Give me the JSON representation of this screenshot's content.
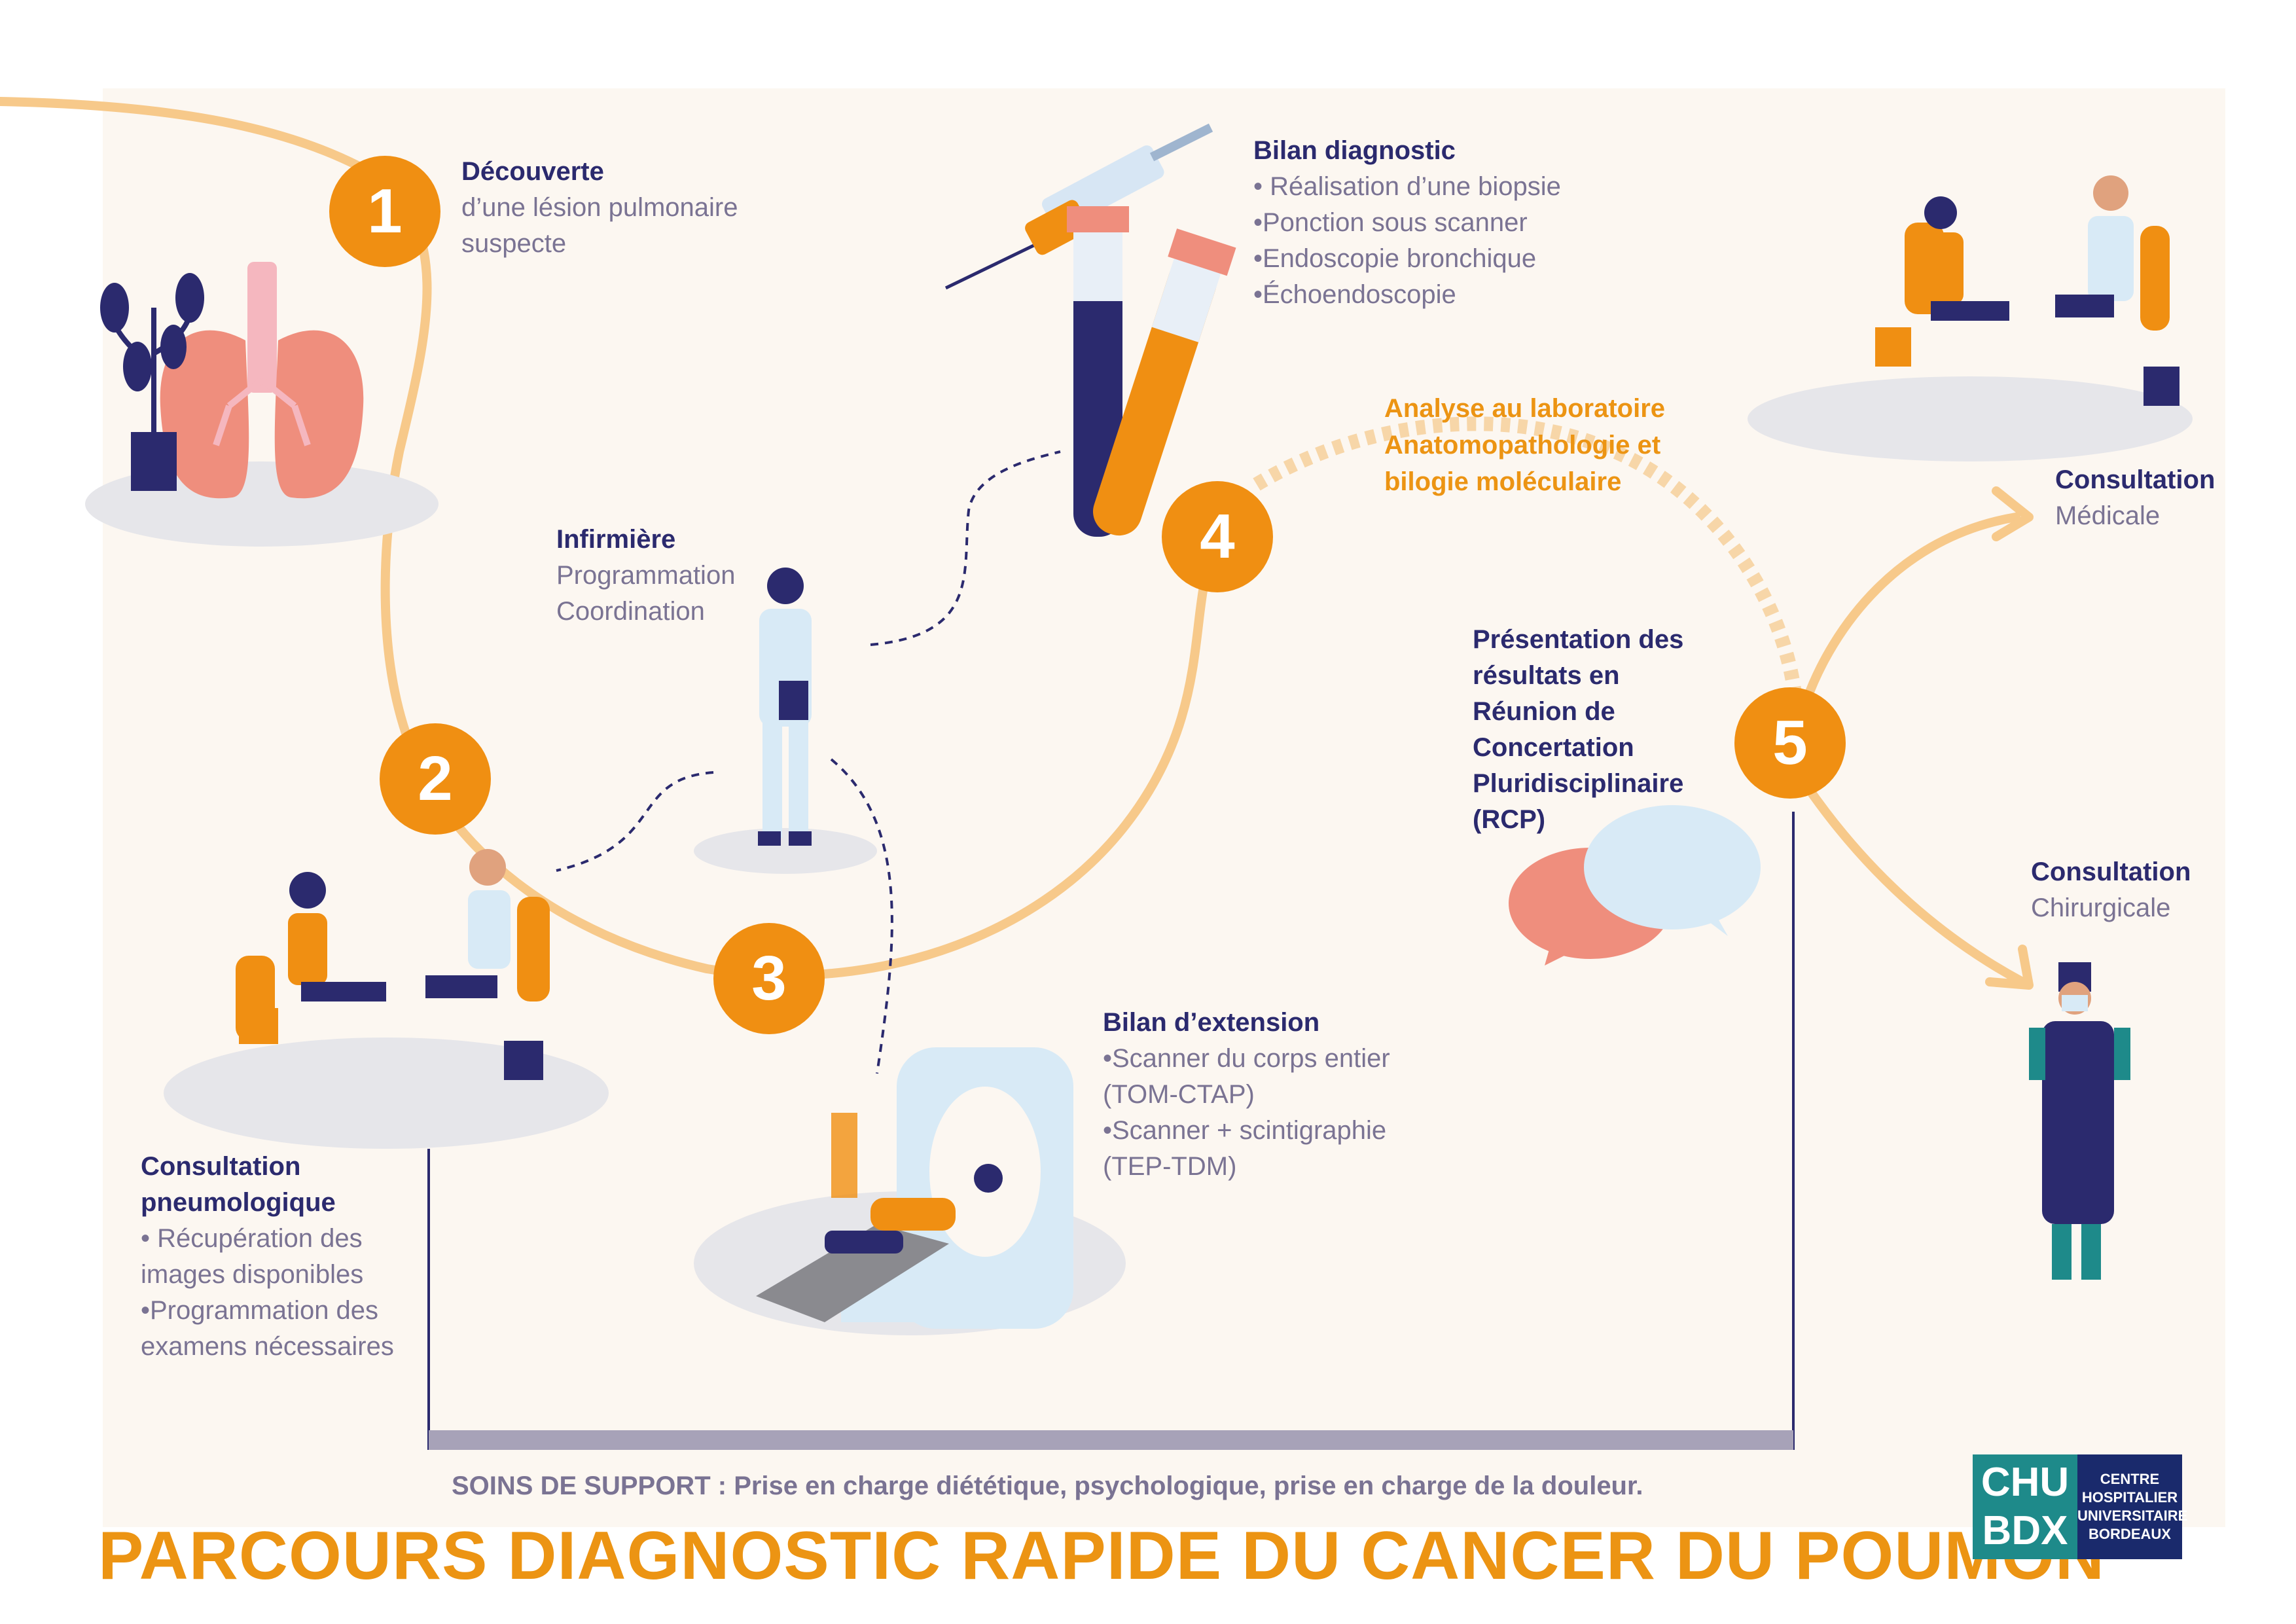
{
  "title": "PARCOURS DIAGNOSTIC RAPIDE DU CANCER DU POUMON",
  "colors": {
    "accent": "#f08f12",
    "navy": "#2b2a6e",
    "text": "#7a7393",
    "path": "#f7c98a",
    "background": "#fcf7f1",
    "lung": "#ef8e7d"
  },
  "steps": [
    {
      "number": "1",
      "heading": "Découverte",
      "lines": [
        "d’une lésion pulmonaire",
        "suspecte"
      ]
    },
    {
      "number": "2"
    },
    {
      "number": "3"
    },
    {
      "number": "4"
    },
    {
      "number": "5"
    }
  ],
  "nurse": {
    "heading": "Infirmière",
    "lines": [
      "Programmation",
      "Coordination"
    ]
  },
  "consultation_pneumo": {
    "heading_1": "Consultation",
    "heading_2": "pneumologique",
    "lines": [
      "• Récupération des",
      "images disponibles",
      "•Programmation des",
      "examens nécessaires"
    ]
  },
  "bilan_diagnostic": {
    "heading": "Bilan diagnostic",
    "lines": [
      "• Réalisation d’une biopsie",
      "•Ponction sous scanner",
      "•Endoscopie bronchique",
      "•Échoendoscopie"
    ]
  },
  "lab_analysis": {
    "lines": [
      "Analyse au laboratoire",
      "Anatomopathologie et",
      "bilogie moléculaire"
    ]
  },
  "bilan_extension": {
    "heading": "Bilan d’extension",
    "lines": [
      "•Scanner du corps entier",
      "(TOM-CTAP)",
      "•Scanner + scintigraphie",
      "(TEP-TDM)"
    ]
  },
  "rcp": {
    "lines": [
      "Présentation des",
      "résultats en",
      "Réunion de",
      "Concertation",
      "Pluridisciplinaire",
      "(RCP)"
    ]
  },
  "consultation_medicale": {
    "heading": "Consultation",
    "sub": "Médicale"
  },
  "consultation_chirurgicale": {
    "heading": "Consultation",
    "sub": "Chirurgicale"
  },
  "support": {
    "label": "SOINS DE SUPPORT :",
    "text": "Prise  en charge diététique, psychologique, prise en charge de la douleur."
  },
  "logo": {
    "line_1": "CHU",
    "line_2": "BDX",
    "right_lines": [
      "CENTRE",
      "HOSPITALIER",
      "UNIVERSITAIRE",
      "BORDEAUX"
    ]
  },
  "icons": [
    "lungs-icon",
    "plant-icon",
    "syringe-icon",
    "blood-tube-icon",
    "nurse-icon",
    "doctor-consultation-icon",
    "ct-scanner-icon",
    "speech-bubbles-icon",
    "surgeon-icon",
    "arrow-icon"
  ]
}
